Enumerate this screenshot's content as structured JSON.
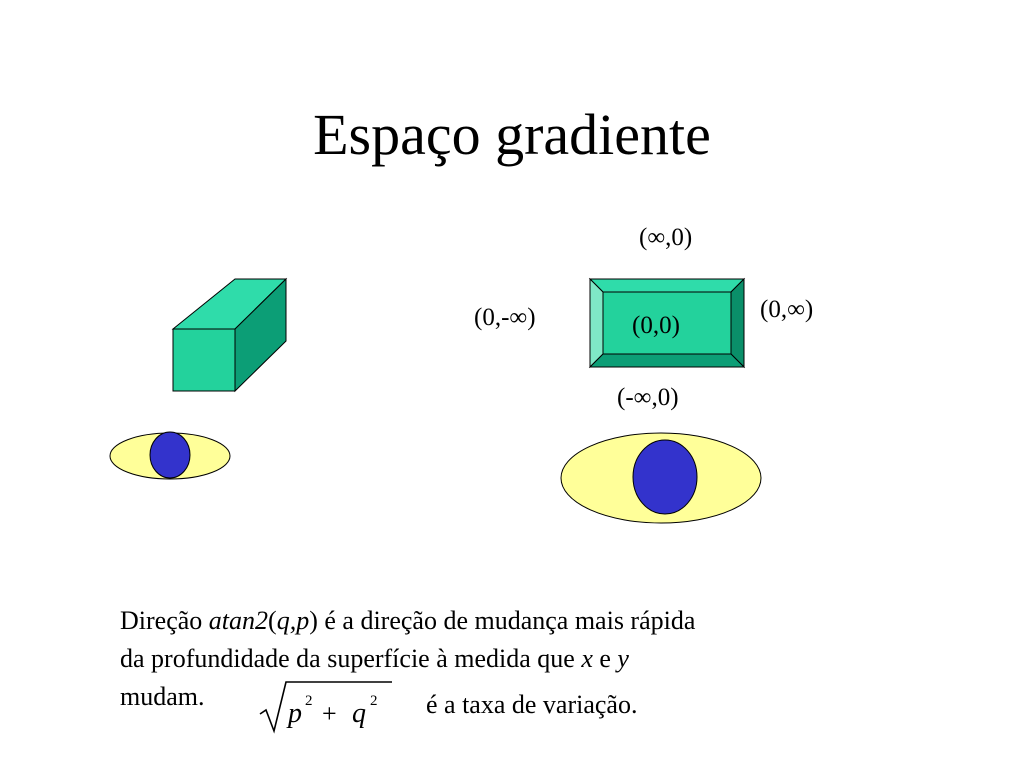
{
  "slide": {
    "title": "Espaço gradiente"
  },
  "labels": {
    "top": "(∞,0)",
    "left": "(0,-∞)",
    "right": "(0,∞)",
    "center": "(0,0)",
    "bottom": "(-∞,0)"
  },
  "caption": {
    "l1_a": "Direção ",
    "l1_fn": "atan2",
    "l1_open": "(",
    "l1_args": "q,p",
    "l1_close": ")",
    "l1_b": " é a direção de mudança mais rápida",
    "l2_a": "da profundidade da superfície à medida que ",
    "l2_x": "x",
    "l2_and": " e ",
    "l2_y": "y",
    "l3_a": "mudam.",
    "formula": {
      "p": "p",
      "q": "q",
      "exp1": "2",
      "exp2": "2",
      "plus": "+"
    },
    "tail": "é a taxa de variação."
  },
  "colors": {
    "face_front": "#23d29c",
    "face_top": "#2fdcaa",
    "face_side": "#0c9e76",
    "bevel_light": "#7fe8c6",
    "bevel_dark": "#0a8f69",
    "ellipse_fill": "#ffff99",
    "circle_fill": "#3333cc"
  }
}
